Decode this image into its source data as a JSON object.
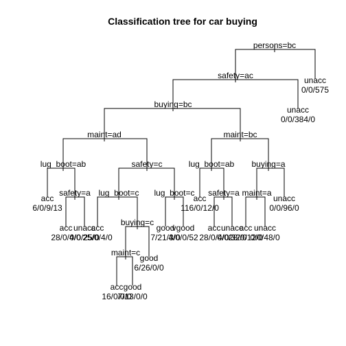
{
  "title": "Classification tree for car buying",
  "splits": {
    "root": "persons=bc",
    "n2": "safety=ac",
    "n4": "buying=bc",
    "n8": "maint=ad",
    "n16": "lug_boot=ab",
    "n33": "safety=a",
    "n17": "safety=c",
    "n34": "lug_boot=c",
    "n69": "buying=c",
    "n138": "maint=c",
    "n35": "lug_boot=c",
    "n9": "maint=bc",
    "n18": "lug_boot=ab",
    "n37": "safety=a",
    "n19": "buying=a",
    "n38": "maint=a"
  },
  "leaves": {
    "n3": {
      "cls": "unacc",
      "counts": "0/0/575"
    },
    "n5": {
      "cls": "unacc",
      "counts": "0/0/384/0"
    },
    "n32": {
      "cls": "acc",
      "counts": "6/0/9/13"
    },
    "n66": {
      "cls": "acc",
      "counts": "28/0/4/0"
    },
    "n67": {
      "cls": "unacc",
      "counts": "0/0/25/0"
    },
    "n68": {
      "cls": "acc",
      "counts": "25/0/4/0"
    },
    "n276": {
      "cls": "acc",
      "counts": "16/0/0/0"
    },
    "n277": {
      "cls": "good",
      "counts": "7/13/0/0"
    },
    "n139": {
      "cls": "good",
      "counts": "6/26/0/0"
    },
    "n70": {
      "cls": "good",
      "counts": "7/21/3/0"
    },
    "n71": {
      "cls": "vgood",
      "counts": "4/0/0/52"
    },
    "n36": {
      "cls": "acc",
      "counts": "116/0/12/0"
    },
    "n74": {
      "cls": "acc",
      "counts": "28/0/4/0"
    },
    "n75": {
      "cls": "unacc",
      "counts": "0/0/32/0"
    },
    "n76": {
      "cls": "acc",
      "counts": "28/0/12/0"
    },
    "n77": {
      "cls": "unacc",
      "counts": "0/0/48/0"
    },
    "n39": {
      "cls": "unacc",
      "counts": "0/0/96/0"
    }
  }
}
